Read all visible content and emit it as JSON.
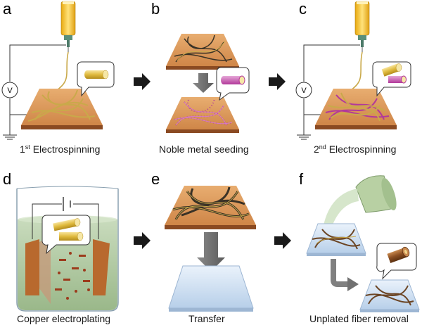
{
  "panels": [
    {
      "letter": "a",
      "caption": {
        "ordinal": "1",
        "suffix": "st",
        "text": " Electrospinning"
      }
    },
    {
      "letter": "b",
      "caption": {
        "text": "Noble metal seeding"
      }
    },
    {
      "letter": "c",
      "caption": {
        "ordinal": "2",
        "suffix": "nd",
        "text": " Electrospinning"
      }
    },
    {
      "letter": "d",
      "caption": {
        "text": "Copper electroplating"
      }
    },
    {
      "letter": "e",
      "caption": {
        "text": "Transfer"
      }
    },
    {
      "letter": "f",
      "caption": {
        "text": "Unplated fiber removal"
      }
    }
  ],
  "voltmeter_symbol": "V",
  "colors": {
    "substrate_top": "#d9955a",
    "substrate_side": "#8a4a22",
    "fiber": "#c9a94a",
    "fiber_dark": "#3a3226",
    "seed": "#b2399a",
    "bath": "#a7c49a",
    "glass": "#cfe0f2",
    "copper": "#b8692e",
    "syringe": "#f2c12e",
    "arrow": "#1a1a1a",
    "process_arrow": "#6e6e6e"
  },
  "icons": [
    "syringe-icon",
    "voltmeter-icon",
    "ground-icon",
    "fiber-icon",
    "seeded-fiber-icon",
    "plated-fiber-icon",
    "beaker-icon",
    "battery-icon",
    "pour-container-icon"
  ]
}
